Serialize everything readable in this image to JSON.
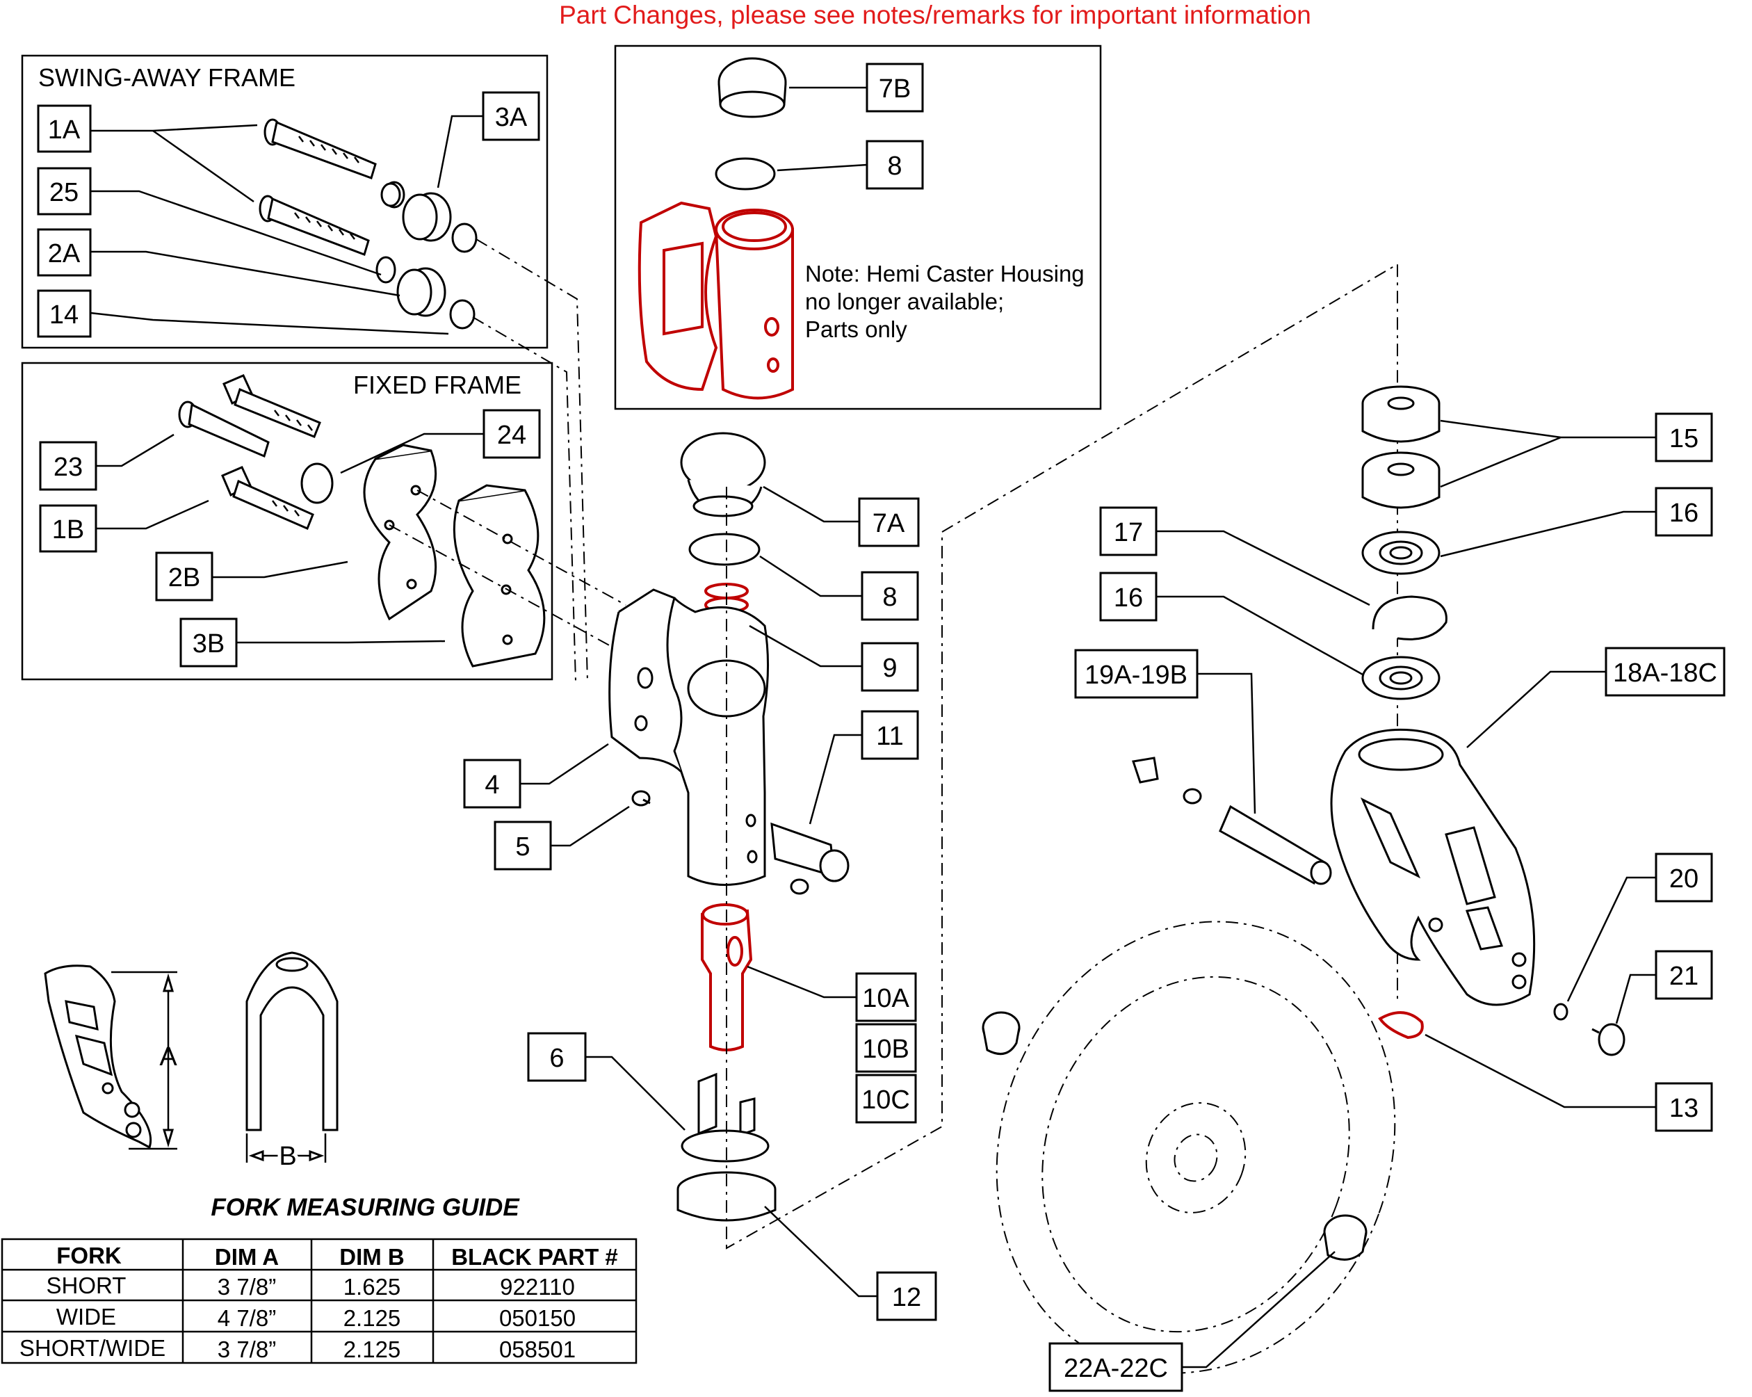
{
  "header": {
    "notice": "Part Changes, please see notes/remarks for important information"
  },
  "panels": {
    "swing_away": "SWING-AWAY FRAME",
    "fixed": "FIXED FRAME"
  },
  "note": {
    "line1": "Note: Hemi Caster Housing",
    "line2": "no longer available;",
    "line3": "Parts only"
  },
  "callouts": {
    "c1A": "1A",
    "c25": "25",
    "c2A": "2A",
    "c14": "14",
    "c3A": "3A",
    "c23": "23",
    "c24": "24",
    "c1B": "1B",
    "c2B": "2B",
    "c3B": "3B",
    "c7B": "7B",
    "c8top": "8",
    "c7A": "7A",
    "c8": "8",
    "c9": "9",
    "c11": "11",
    "c4": "4",
    "c5": "5",
    "c10A": "10A",
    "c10B": "10B",
    "c10C": "10C",
    "c6": "6",
    "c12": "12",
    "c15": "15",
    "c16a": "16",
    "c17": "17",
    "c16b": "16",
    "c19": "19A-19B",
    "c18": "18A-18C",
    "c20": "20",
    "c21": "21",
    "c13": "13",
    "c22": "22A-22C"
  },
  "dims": {
    "a": "A",
    "b": "B"
  },
  "guide": {
    "title": "FORK MEASURING GUIDE",
    "headers": [
      "FORK",
      "DIM A",
      "DIM B",
      "BLACK PART #"
    ],
    "rows": [
      [
        "SHORT",
        "3 7/8”",
        "1.625",
        "922110"
      ],
      [
        "WIDE",
        "4 7/8”",
        "2.125",
        "050150"
      ],
      [
        "SHORT/WIDE",
        "3 7/8”",
        "2.125",
        "058501"
      ]
    ]
  },
  "colors": {
    "accent_red": "#e21b1b",
    "highlight_red": "#c00000"
  }
}
